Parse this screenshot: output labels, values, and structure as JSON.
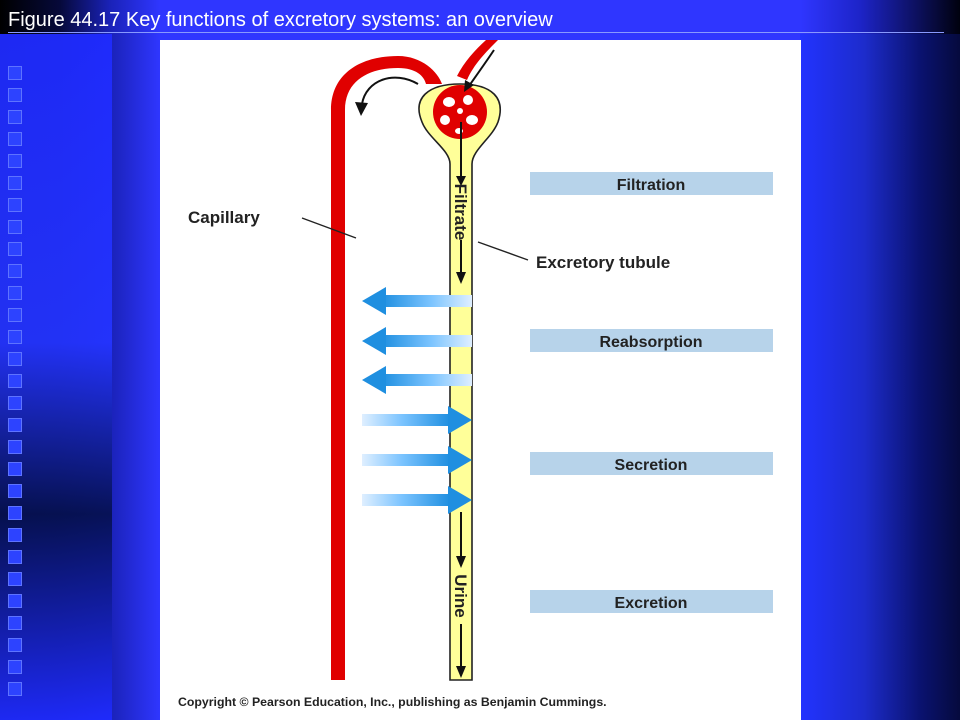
{
  "slide": {
    "title": "Figure 44.17  Key functions of excretory systems: an overview"
  },
  "diagram": {
    "labels": {
      "capillary": "Capillary",
      "excretory_tubule": "Excretory tubule",
      "filtrate": "Filtrate",
      "urine": "Urine"
    },
    "processes": [
      {
        "label": "Filtration"
      },
      {
        "label": "Reabsorption"
      },
      {
        "label": "Secretion"
      },
      {
        "label": "Excretion"
      }
    ],
    "copyright": "Copyright © Pearson Education, Inc., publishing as Benjamin Cummings.",
    "colors": {
      "capillary": "#e00000",
      "tubule": "#ffff99",
      "process_box": "#b7d3ea",
      "flow_arrow": "#1f8fe0",
      "black_arrow": "#111111"
    }
  }
}
